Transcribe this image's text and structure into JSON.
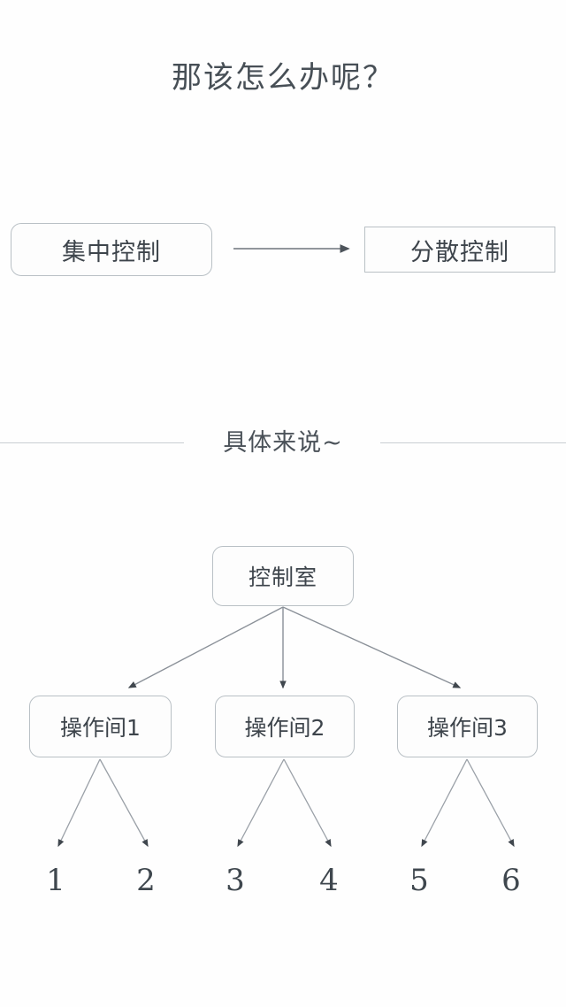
{
  "title": "那该怎么办呢？",
  "transition": {
    "from_label": "集中控制",
    "to_label": "分散控制",
    "arrow_icon": "right-arrow-icon"
  },
  "divider": {
    "caption": "具体来说~"
  },
  "hierarchy": {
    "root": {
      "label": "控制室"
    },
    "branches": [
      {
        "label": "操作间1",
        "leaves": [
          "1",
          "2"
        ]
      },
      {
        "label": "操作间2",
        "leaves": [
          "3",
          "4"
        ]
      },
      {
        "label": "操作间3",
        "leaves": [
          "5",
          "6"
        ]
      }
    ],
    "leaves": [
      "1",
      "2",
      "3",
      "4",
      "5",
      "6"
    ]
  },
  "colors": {
    "background": "#fefefe",
    "text": "#3d444b",
    "box_border": "#b9c0c5",
    "box_fill": "#fdfdfd",
    "line": "#7c838a",
    "divider_line": "#c9ced3"
  }
}
